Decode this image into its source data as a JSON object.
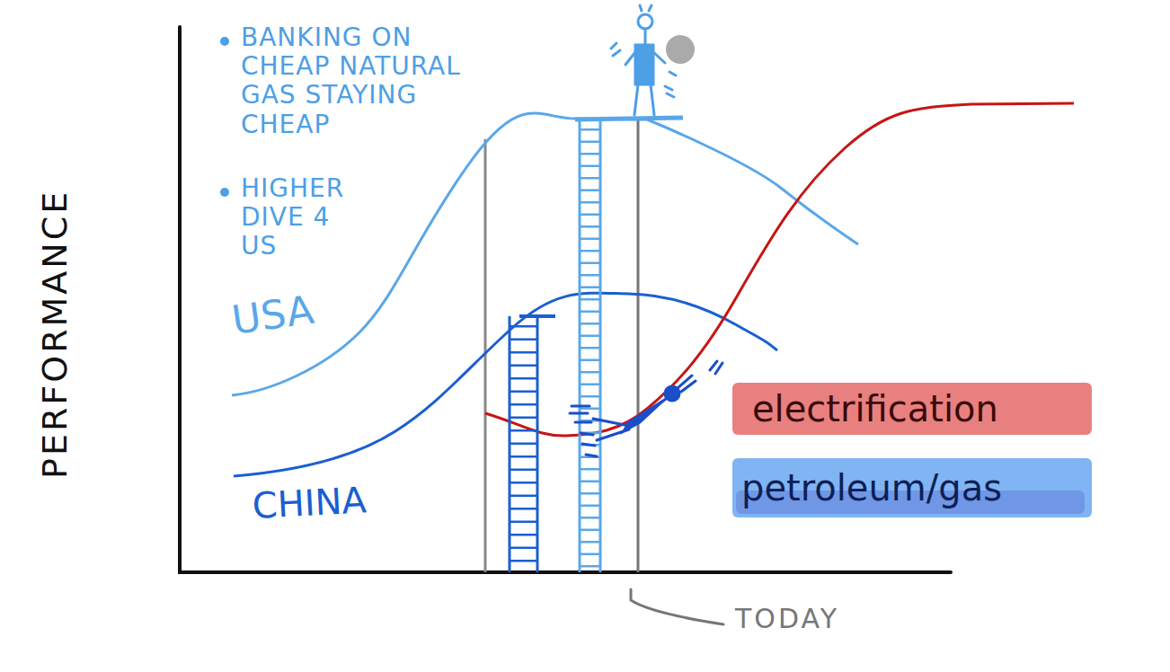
{
  "diagram": {
    "labels": [
      "BANKING ON CHEAP NATURAL GAS STAYING CHEAP",
      "HIGHER DIVE 4 US",
      "USA",
      "CHINA",
      "PERFORMANCE",
      "TODAY"
    ],
    "legend": [
      {
        "text": "electrification",
        "color": "#e98080"
      },
      {
        "text": "petroleum/gas",
        "color": "#80b4f2"
      }
    ]
  }
}
